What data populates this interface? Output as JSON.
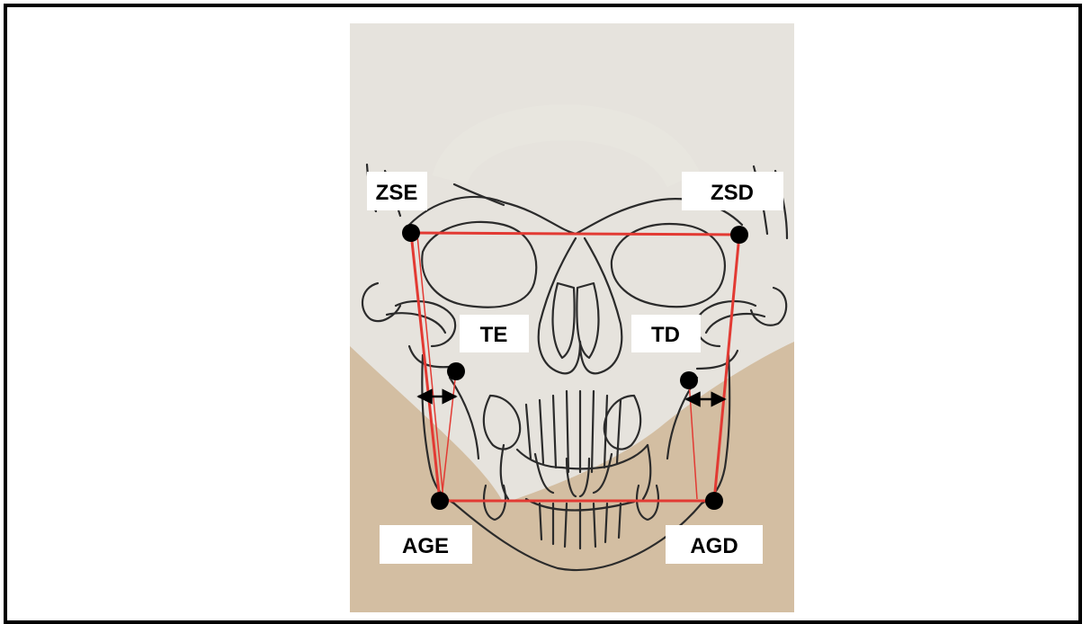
{
  "colors": {
    "background_paper": "#e6e3dd",
    "soft_tissue_tint": "#d3bea2",
    "skull_outline": "#2b2b2b",
    "measurement_lines": "#e23a33",
    "landmark_points": "#000000",
    "label_box": "#ffffff",
    "border": "#000000"
  },
  "landmarks": {
    "zse": "ZSE",
    "zsd": "ZSD",
    "te": "TE",
    "td": "TD",
    "age": "AGE",
    "agd": "AGD"
  }
}
